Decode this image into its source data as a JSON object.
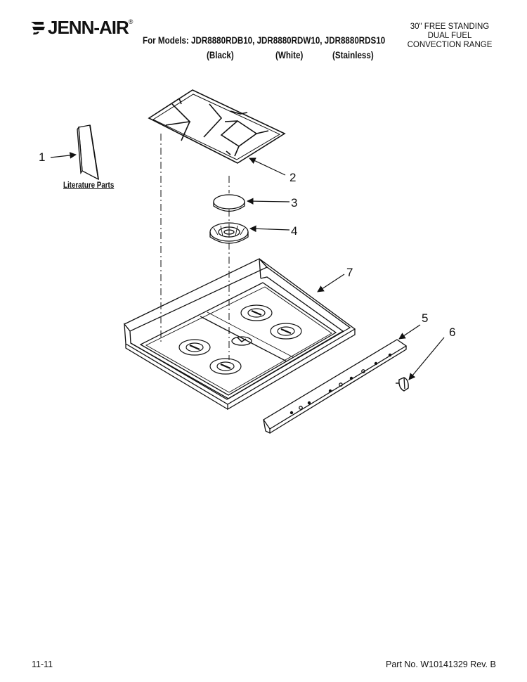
{
  "header": {
    "brand": "JENN-AIR",
    "logo_icon": "jenn-air-logo-mark",
    "models_line": "For Models: JDR8880RDB10, JDR8880RDW10, JDR8880RDS10",
    "variants": [
      "(Black)",
      "(White)",
      "(Stainless)"
    ],
    "range_description": [
      "30\" FREE STANDING",
      "DUAL FUEL",
      "CONVECTION RANGE"
    ]
  },
  "diagram": {
    "literature_label": "Literature Parts",
    "callouts": [
      "1",
      "2",
      "3",
      "4",
      "5",
      "6",
      "7"
    ]
  },
  "footer": {
    "page_code": "11-11",
    "part_number": "Part No. W10141329 Rev. B"
  }
}
